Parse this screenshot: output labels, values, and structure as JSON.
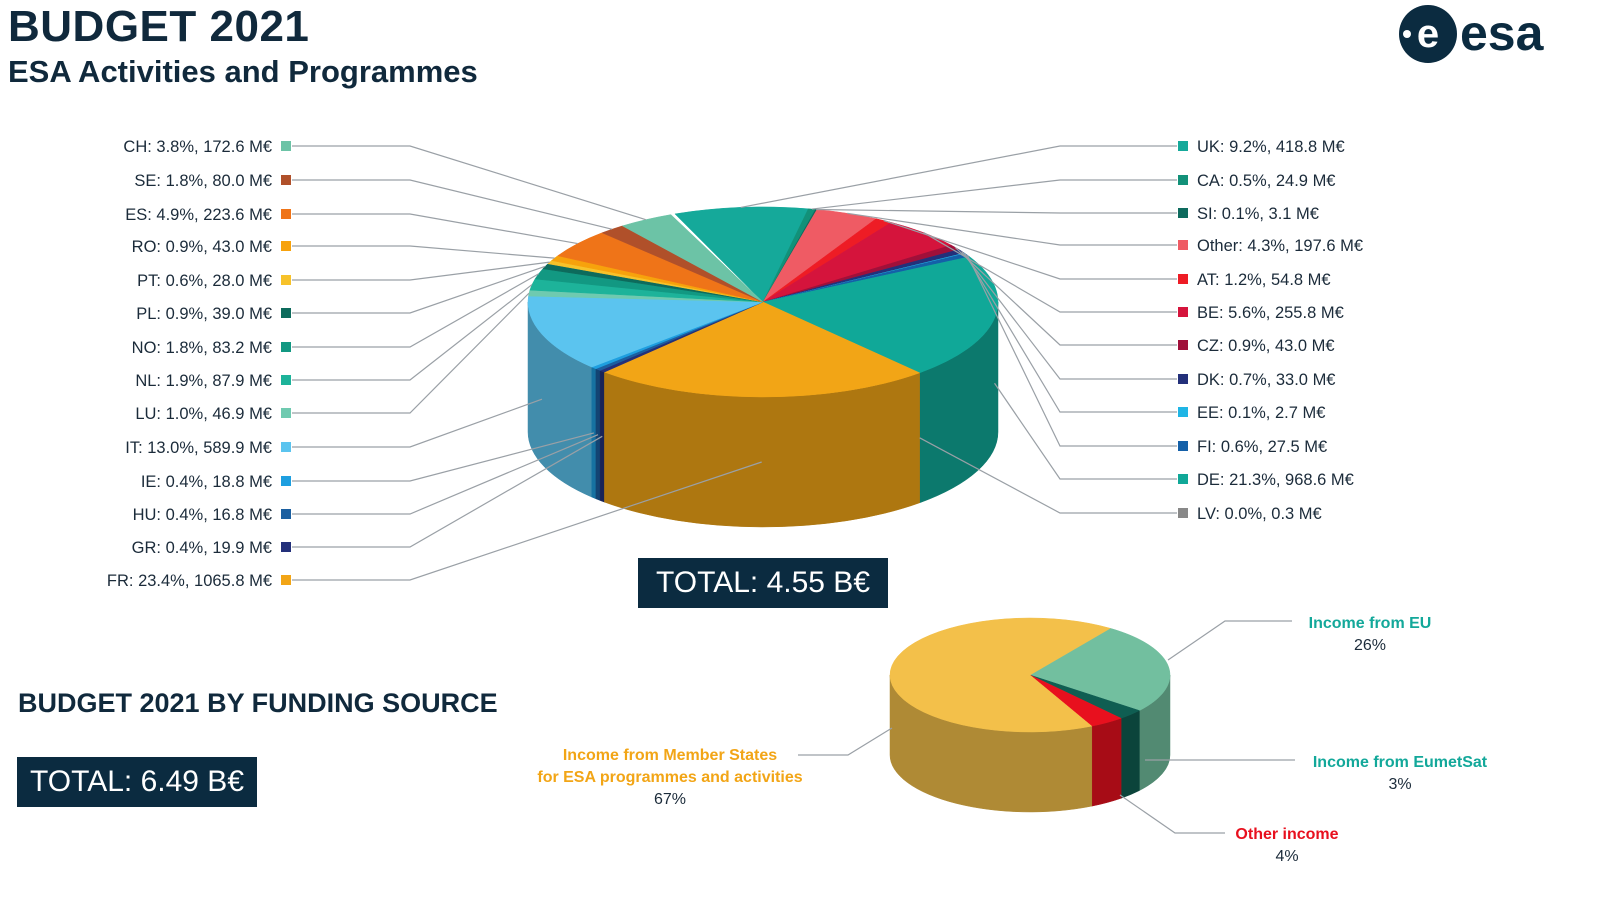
{
  "header": {
    "title": "BUDGET 2021",
    "subtitle": "ESA Activities and Programmes",
    "logo_text": "esa"
  },
  "total_main": "TOTAL: 4.55 B€",
  "funding_section_title": "BUDGET 2021 BY FUNDING SOURCE",
  "total_funding": "TOTAL: 6.49 B€",
  "chart_data": [
    {
      "type": "pie",
      "title": "ESA Activities and Programmes",
      "unit": "M€",
      "slices": [
        {
          "label": "UK: 9.2%, 418.8 M€",
          "name": "UK",
          "pct": 9.2,
          "value": 418.8,
          "color": "#15a99a",
          "side": "right"
        },
        {
          "label": "CA: 0.5%, 24.9 M€",
          "name": "CA",
          "pct": 0.5,
          "value": 24.9,
          "color": "#129179",
          "side": "right"
        },
        {
          "label": "SI: 0.1%, 3.1 M€",
          "name": "SI",
          "pct": 0.1,
          "value": 3.1,
          "color": "#0e6b5e",
          "side": "right"
        },
        {
          "label": "Other: 4.3%, 197.6 M€",
          "name": "Other",
          "pct": 4.3,
          "value": 197.6,
          "color": "#ef5b64",
          "side": "right"
        },
        {
          "label": "AT: 1.2%, 54.8 M€",
          "name": "AT",
          "pct": 1.2,
          "value": 54.8,
          "color": "#ee1c25",
          "side": "right"
        },
        {
          "label": "BE: 5.6%, 255.8 M€",
          "name": "BE",
          "pct": 5.6,
          "value": 255.8,
          "color": "#d5143c",
          "side": "right"
        },
        {
          "label": "CZ: 0.9%, 43.0 M€",
          "name": "CZ",
          "pct": 0.9,
          "value": 43.0,
          "color": "#a0103a",
          "side": "right"
        },
        {
          "label": "DK: 0.7%, 33.0 M€",
          "name": "DK",
          "pct": 0.7,
          "value": 33.0,
          "color": "#23307a",
          "side": "right"
        },
        {
          "label": "EE: 0.1%, 2.7 M€",
          "name": "EE",
          "pct": 0.1,
          "value": 2.7,
          "color": "#1fb5e5",
          "side": "right"
        },
        {
          "label": "FI: 0.6%, 27.5 M€",
          "name": "FI",
          "pct": 0.6,
          "value": 27.5,
          "color": "#1460a8",
          "side": "right"
        },
        {
          "label": "DE: 21.3%, 968.6 M€",
          "name": "DE",
          "pct": 21.3,
          "value": 968.6,
          "color": "#10a898",
          "side": "right"
        },
        {
          "label": "LV: 0.0%, 0.3 M€",
          "name": "LV",
          "pct": 0.0,
          "value": 0.3,
          "color": "#888888",
          "side": "right"
        },
        {
          "label": "FR: 23.4%, 1065.8 M€",
          "name": "FR",
          "pct": 23.4,
          "value": 1065.8,
          "color": "#f2a516",
          "side": "left"
        },
        {
          "label": "GR: 0.4%, 19.9 M€",
          "name": "GR",
          "pct": 0.4,
          "value": 19.9,
          "color": "#23307a",
          "side": "left"
        },
        {
          "label": "HU: 0.4%, 16.8 M€",
          "name": "HU",
          "pct": 0.4,
          "value": 16.8,
          "color": "#1b5fa0",
          "side": "left"
        },
        {
          "label": "IE: 0.4%, 18.8 M€",
          "name": "IE",
          "pct": 0.4,
          "value": 18.8,
          "color": "#1e9fe0",
          "side": "left"
        },
        {
          "label": "IT: 13.0%, 589.9 M€",
          "name": "IT",
          "pct": 13.0,
          "value": 589.9,
          "color": "#5bc4ef",
          "side": "left"
        },
        {
          "label": "LU: 1.0%, 46.9 M€",
          "name": "LU",
          "pct": 1.0,
          "value": 46.9,
          "color": "#6fcab0",
          "side": "left"
        },
        {
          "label": "NL: 1.9%, 87.9 M€",
          "name": "NL",
          "pct": 1.9,
          "value": 87.9,
          "color": "#1db39a",
          "side": "left"
        },
        {
          "label": "NO: 1.8%, 83.2 M€",
          "name": "NO",
          "pct": 1.8,
          "value": 83.2,
          "color": "#129882",
          "side": "left"
        },
        {
          "label": "PL: 0.9%, 39.0 M€",
          "name": "PL",
          "pct": 0.9,
          "value": 39.0,
          "color": "#0d6b5c",
          "side": "left"
        },
        {
          "label": "PT: 0.6%, 28.0 M€",
          "name": "PT",
          "pct": 0.6,
          "value": 28.0,
          "color": "#f7c22a",
          "side": "left"
        },
        {
          "label": "RO: 0.9%, 43.0 M€",
          "name": "RO",
          "pct": 0.9,
          "value": 43.0,
          "color": "#f7a20c",
          "side": "left"
        },
        {
          "label": "ES: 4.9%, 223.6 M€",
          "name": "ES",
          "pct": 4.9,
          "value": 223.6,
          "color": "#ef7418",
          "side": "left"
        },
        {
          "label": "SE: 1.8%, 80.0 M€",
          "name": "SE",
          "pct": 1.8,
          "value": 80.0,
          "color": "#b0502a",
          "side": "left"
        },
        {
          "label": "CH: 3.8%, 172.6 M€",
          "name": "CH",
          "pct": 3.8,
          "value": 172.6,
          "color": "#6cc3a6",
          "side": "left"
        }
      ]
    },
    {
      "type": "pie",
      "title": "BUDGET 2021 BY FUNDING SOURCE",
      "slices": [
        {
          "label": "Income from EU",
          "pct_label": "26%",
          "pct": 26,
          "color": "#72bf9f",
          "label_color": "#13a89a"
        },
        {
          "label": "Income from EumetSat",
          "pct_label": "3%",
          "pct": 3,
          "color": "#0f5e52",
          "label_color": "#13a89a"
        },
        {
          "label": "Other income",
          "pct_label": "4%",
          "pct": 4,
          "color": "#e8101e",
          "label_color": "#e8101e"
        },
        {
          "label": "Income from Member States\nfor ESA programmes and activities",
          "pct_label": "67%",
          "pct": 67,
          "color": "#f3c04a",
          "label_color": "#f2a516"
        }
      ]
    }
  ]
}
